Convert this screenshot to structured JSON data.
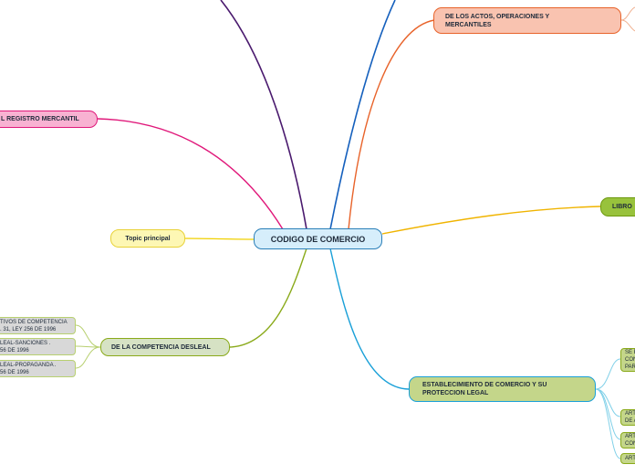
{
  "central": {
    "label": "CODIGO DE COMERCIO"
  },
  "branches": {
    "actos": {
      "label": "DE LOS ACTOS, OPERACIONES Y MERCANTILES"
    },
    "libro": {
      "label": "LIBRO"
    },
    "registro": {
      "label": "L REGISTRO MERCANTIL"
    },
    "topic": {
      "label": "Topic principal"
    },
    "competencia": {
      "label": "DE LA COMPETENCIA DESLEAL"
    },
    "establecimiento": {
      "label": "ESTABLECIMIENTO DE COMERCIO Y SU PROTECCION LEGAL"
    }
  },
  "competencia_children": [
    {
      "line1": "TIVOS DE COMPETENCIA",
      "line2": ". 31, LEY 256 DE 1996"
    },
    {
      "line1": "LEAL-SANCIONES .",
      "line2": "56 DE 1996"
    },
    {
      "line1": "LEAL-PROPAGANDA .",
      "line2": "56 DE 1996"
    }
  ],
  "establecimiento_children": [
    {
      "line1": "SE E",
      "line2": "CON",
      "line3": "PARA"
    },
    {
      "line1": "ARTI",
      "line2": "DE A"
    },
    {
      "line1": "ARTI",
      "line2": "CON"
    },
    {
      "line1": "ARTI"
    }
  ],
  "colors": {
    "purple": "#4a1a6e",
    "blue": "#1560bd",
    "orange": "#e8632a",
    "pink": "#e0187a",
    "yellow": "#f0b400",
    "green": "#8aaa1a",
    "cyan": "#1aa0d8"
  }
}
